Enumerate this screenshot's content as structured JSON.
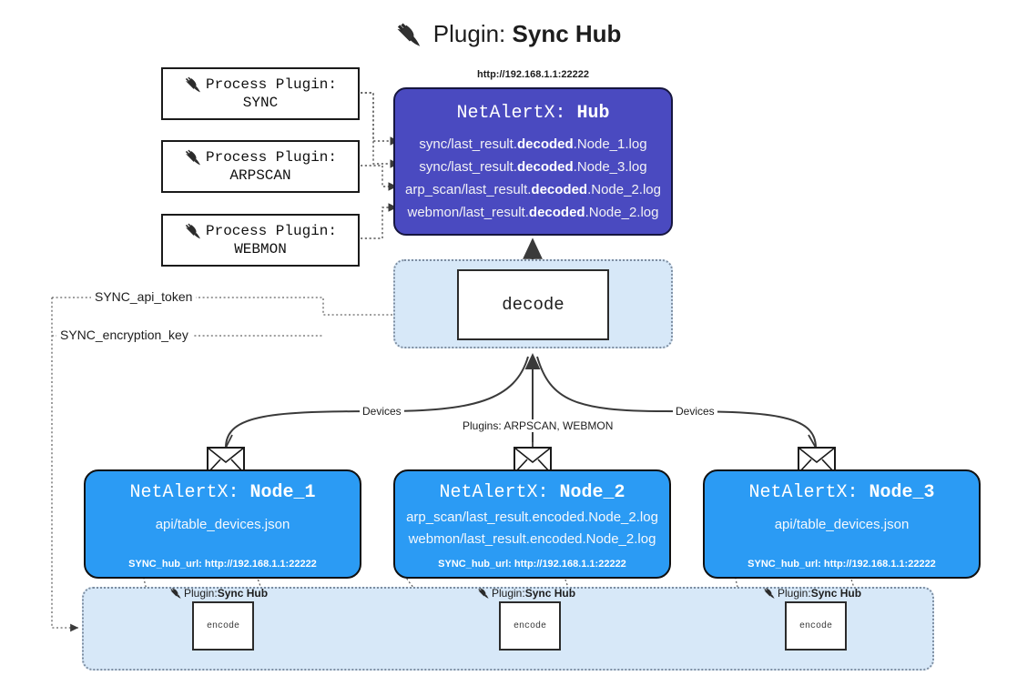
{
  "title": {
    "icon": "plug-icon",
    "prefix": "Plugin: ",
    "name": "Sync Hub"
  },
  "process_plugins": [
    {
      "icon": "plug-icon",
      "line1": "Process Plugin:",
      "line2": "SYNC"
    },
    {
      "icon": "plug-icon",
      "line1": "Process Plugin:",
      "line2": "ARPSCAN"
    },
    {
      "icon": "plug-icon",
      "line1": "Process Plugin:",
      "line2": "WEBMON"
    }
  ],
  "hub": {
    "url": "http://192.168.1.1:22222",
    "title_prefix": "NetAlertX: ",
    "title_name": "Hub",
    "lines": [
      {
        "pre": "sync/last_result.",
        "em": "decoded",
        "post": ".Node_1.log"
      },
      {
        "pre": "sync/last_result.",
        "em": "decoded",
        "post": ".Node_3.log"
      },
      {
        "pre": "arp_scan/last_result.",
        "em": "decoded",
        "post": ".Node_2.log"
      },
      {
        "pre": "webmon/last_result.",
        "em": "decoded",
        "post": ".Node_2.log"
      }
    ]
  },
  "decode": {
    "label": "decode"
  },
  "settings_paths": [
    {
      "label": "SYNC_api_token"
    },
    {
      "label": "SYNC_encryption_key"
    }
  ],
  "edge_labels": {
    "left_devices": "Devices",
    "right_devices": "Devices",
    "center_plugins": "Plugins: ARPSCAN, WEBMON"
  },
  "nodes": [
    {
      "title_prefix": "NetAlertX: ",
      "title_name": "Node_1",
      "lines": [
        "api/table_devices.json"
      ],
      "footer": "SYNC_hub_url: http://192.168.1.1:22222"
    },
    {
      "title_prefix": "NetAlertX: ",
      "title_name": "Node_2",
      "lines": [
        "arp_scan/last_result.encoded.Node_2.log",
        "webmon/last_result.encoded.Node_2.log"
      ],
      "footer": "SYNC_hub_url: http://192.168.1.1:22222"
    },
    {
      "title_prefix": "NetAlertX: ",
      "title_name": "Node_3",
      "lines": [
        "api/table_devices.json"
      ],
      "footer": "SYNC_hub_url: http://192.168.1.1:22222"
    }
  ],
  "encoders": [
    {
      "icon": "plug-icon",
      "cap_prefix": "Plugin: ",
      "cap_name": "Sync Hub",
      "label": "encode"
    },
    {
      "icon": "plug-icon",
      "cap_prefix": "Plugin: ",
      "cap_name": "Sync Hub",
      "label": "encode"
    },
    {
      "icon": "plug-icon",
      "cap_prefix": "Plugin: ",
      "cap_name": "Sync Hub",
      "label": "encode"
    }
  ],
  "colors": {
    "hub": "#4a4ac0",
    "node": "#2b9bf4",
    "container": "#d7e8f8",
    "stroke": "#2b2b2b",
    "dotted": "#7d8da0"
  }
}
